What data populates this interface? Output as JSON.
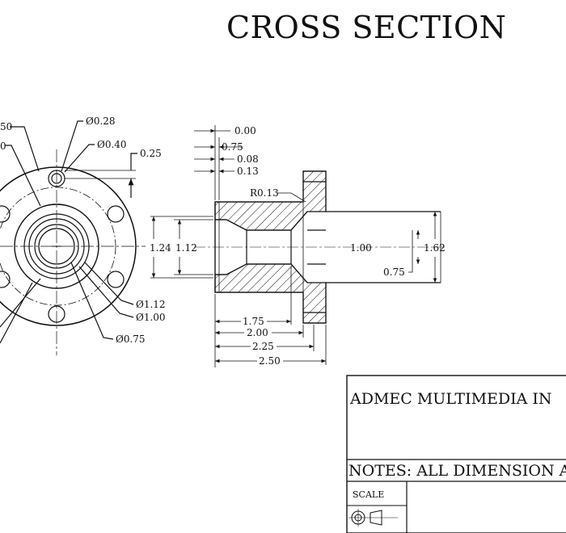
{
  "title": "CROSS SECTION",
  "front_view": {
    "labels": {
      "bolt_hole_dia": "Ø0.28",
      "hole_spot_dia": "Ø0.40",
      "offset": "0.25",
      "bore_1": "Ø1.12",
      "bore_2": "Ø1.00",
      "bore_3": "Ø0.75",
      "partial_left_1": "50",
      "partial_left_2": "0"
    }
  },
  "section_view": {
    "labels": {
      "top_0": "0.00",
      "top_1": "0.75",
      "top_2": "0.08",
      "top_3": "0.13",
      "radius": "R0.13",
      "left_outer": "1.24",
      "left_inner": "1.12",
      "right_inner": "1.00",
      "right_outer": "1.62",
      "right_small": "0.75",
      "len_1": "1.75",
      "len_2": "2.00",
      "len_3": "2.25",
      "len_4": "2.50"
    }
  },
  "title_block": {
    "company": "ADMEC MULTIMEDIA IN",
    "notes": "NOTES: ALL DIMENSION AR",
    "scale_label": "SCALE"
  },
  "colors": {
    "line": "#111111",
    "background": "#ffffff"
  }
}
